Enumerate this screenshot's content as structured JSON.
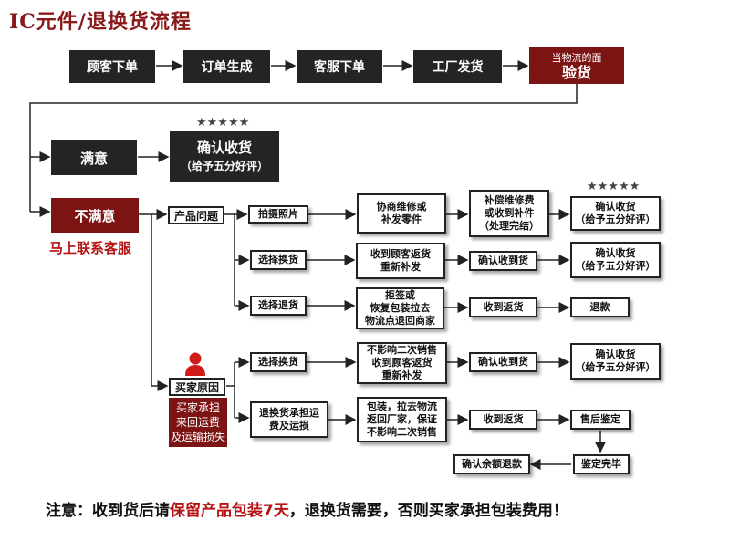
{
  "title": "IC元件/退换货流程",
  "top_flow": {
    "steps": [
      "顾客下单",
      "订单生成",
      "客服下单",
      "工厂发货"
    ],
    "inspect_caption": "当物流的面",
    "inspect_label": "验货"
  },
  "satisfied": {
    "label": "满意",
    "confirm_line1": "确认收货",
    "confirm_line2": "（给予五分好评）",
    "stars": "★★★★★"
  },
  "unsatisfied": {
    "label": "不满意",
    "contact": "马上联系客服"
  },
  "product_issue": {
    "label": "产品问题",
    "photo": "拍摄照片",
    "negotiate": "协商维修或\n补发零件",
    "compensate": "补偿维修费\n或收到补件\n（处理完结）",
    "confirm1": "确认收货\n（给予五分好评）",
    "stars": "★★★★★",
    "exchange": "选择换货",
    "exchange_step": "收到顾客返货\n重新补发",
    "exchange_confirm": "确认收到货",
    "exchange_final": "确认收货\n（给予五分好评）",
    "return": "选择退货",
    "return_step": "拒签或\n恢复包装拉去\n物流点退回商家",
    "return_received": "收到返货",
    "refund": "退款"
  },
  "buyer_reason": {
    "label": "买家原因",
    "note": "买家承担\n来回运费\n及运输损失",
    "exchange": "选择换货",
    "exchange_step": "不影响二次销售\n收到顾客返货\n重新补发",
    "exchange_confirm": "确认收到货",
    "exchange_final": "确认收货\n（给予五分好评）",
    "return": "退换货承担运\n费及运损",
    "return_step": "包装，拉去物流\n返回厂家，保证\n不影响二次销售",
    "return_received": "收到返货",
    "after_sales": "售后鉴定",
    "appraisal_done": "鉴定完毕",
    "balance_refund": "确认余额退款"
  },
  "footer": {
    "prefix": "注意：收到货后请",
    "highlight": "保留产品包装7天",
    "suffix": "，退换货需要，否则买家承担包装费用！"
  }
}
